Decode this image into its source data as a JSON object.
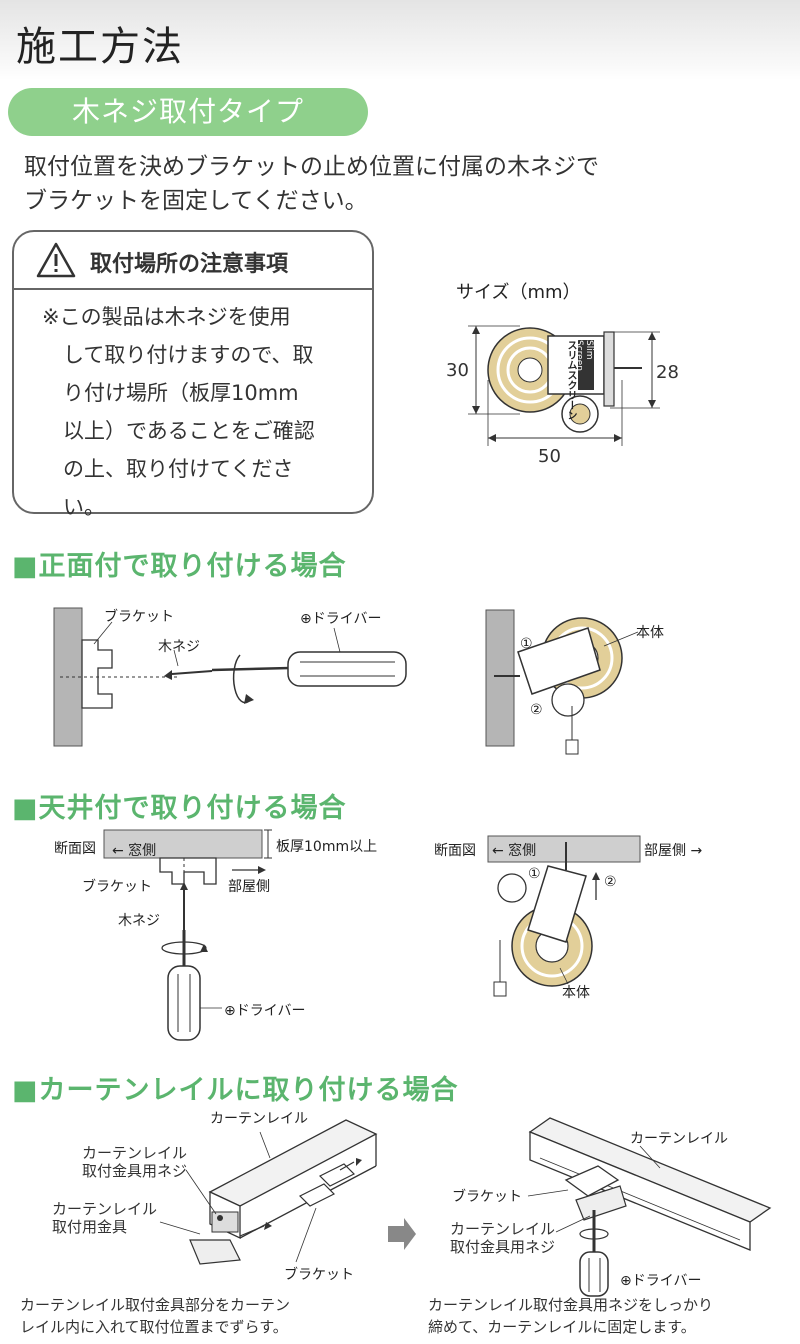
{
  "header": {
    "title": "施工方法"
  },
  "badge": {
    "label": "木ネジ取付タイプ"
  },
  "intro": {
    "line1": "取付位置を決めブラケットの止め位置に付属の木ネジで",
    "line2": "ブラケットを固定してください。"
  },
  "caution": {
    "title": "取付場所の注意事項",
    "body": "※この製品は木ネジを使用\n　して取り付けますので、取\n　り付け場所（板厚10mm\n　以上）であることをご確認\n　の上、取り付けてくださ\n　い。"
  },
  "size": {
    "title": "サイズ（mm）",
    "height_left": "30",
    "height_right": "28",
    "width": "50",
    "product_label": "スリムスクリーン",
    "product_label_en": "Slim Screen"
  },
  "sections": {
    "front": {
      "title": "■正面付で取り付ける場合",
      "bracket": "ブラケット",
      "screw": "木ネジ",
      "driver": "⊕ドライバー",
      "body": "本体",
      "step1": "①",
      "step2": "②"
    },
    "ceiling": {
      "title": "■天井付で取り付ける場合",
      "cross_section": "断面図",
      "window_side": "← 窓側",
      "thickness": "板厚10mm以上",
      "bracket": "ブラケット",
      "room_side_left": "部屋側",
      "screw": "木ネジ",
      "driver": "⊕ドライバー",
      "room_side_right": "部屋側 →",
      "step1": "①",
      "step2": "②",
      "body": "本体"
    },
    "rail": {
      "title": "■カーテンレイルに取り付ける場合",
      "rail_left": "カーテンレイル",
      "rail_screw_left": "カーテンレイル\n取付金具用ネジ",
      "rail_fitting": "カーテンレイル\n取付用金具",
      "bracket_left": "ブラケット",
      "caption_left": "カーテンレイル取付金具部分をカーテン\nレイル内に入れて取付位置までずらす。",
      "rail_right": "カーテンレイル",
      "bracket_right": "ブラケット",
      "rail_screw_right": "カーテンレイル\n取付金具用ネジ",
      "driver": "⊕ドライバー",
      "caption_right": "カーテンレイル取付金具用ネジをしっかり\n締めて、カーテンレイルに固定します。"
    }
  },
  "colors": {
    "accent_green": "#5bb56e",
    "badge_green": "#8fd08c",
    "roll_tan": "#e2cf99",
    "wall_gray": "#b5b5b5"
  }
}
